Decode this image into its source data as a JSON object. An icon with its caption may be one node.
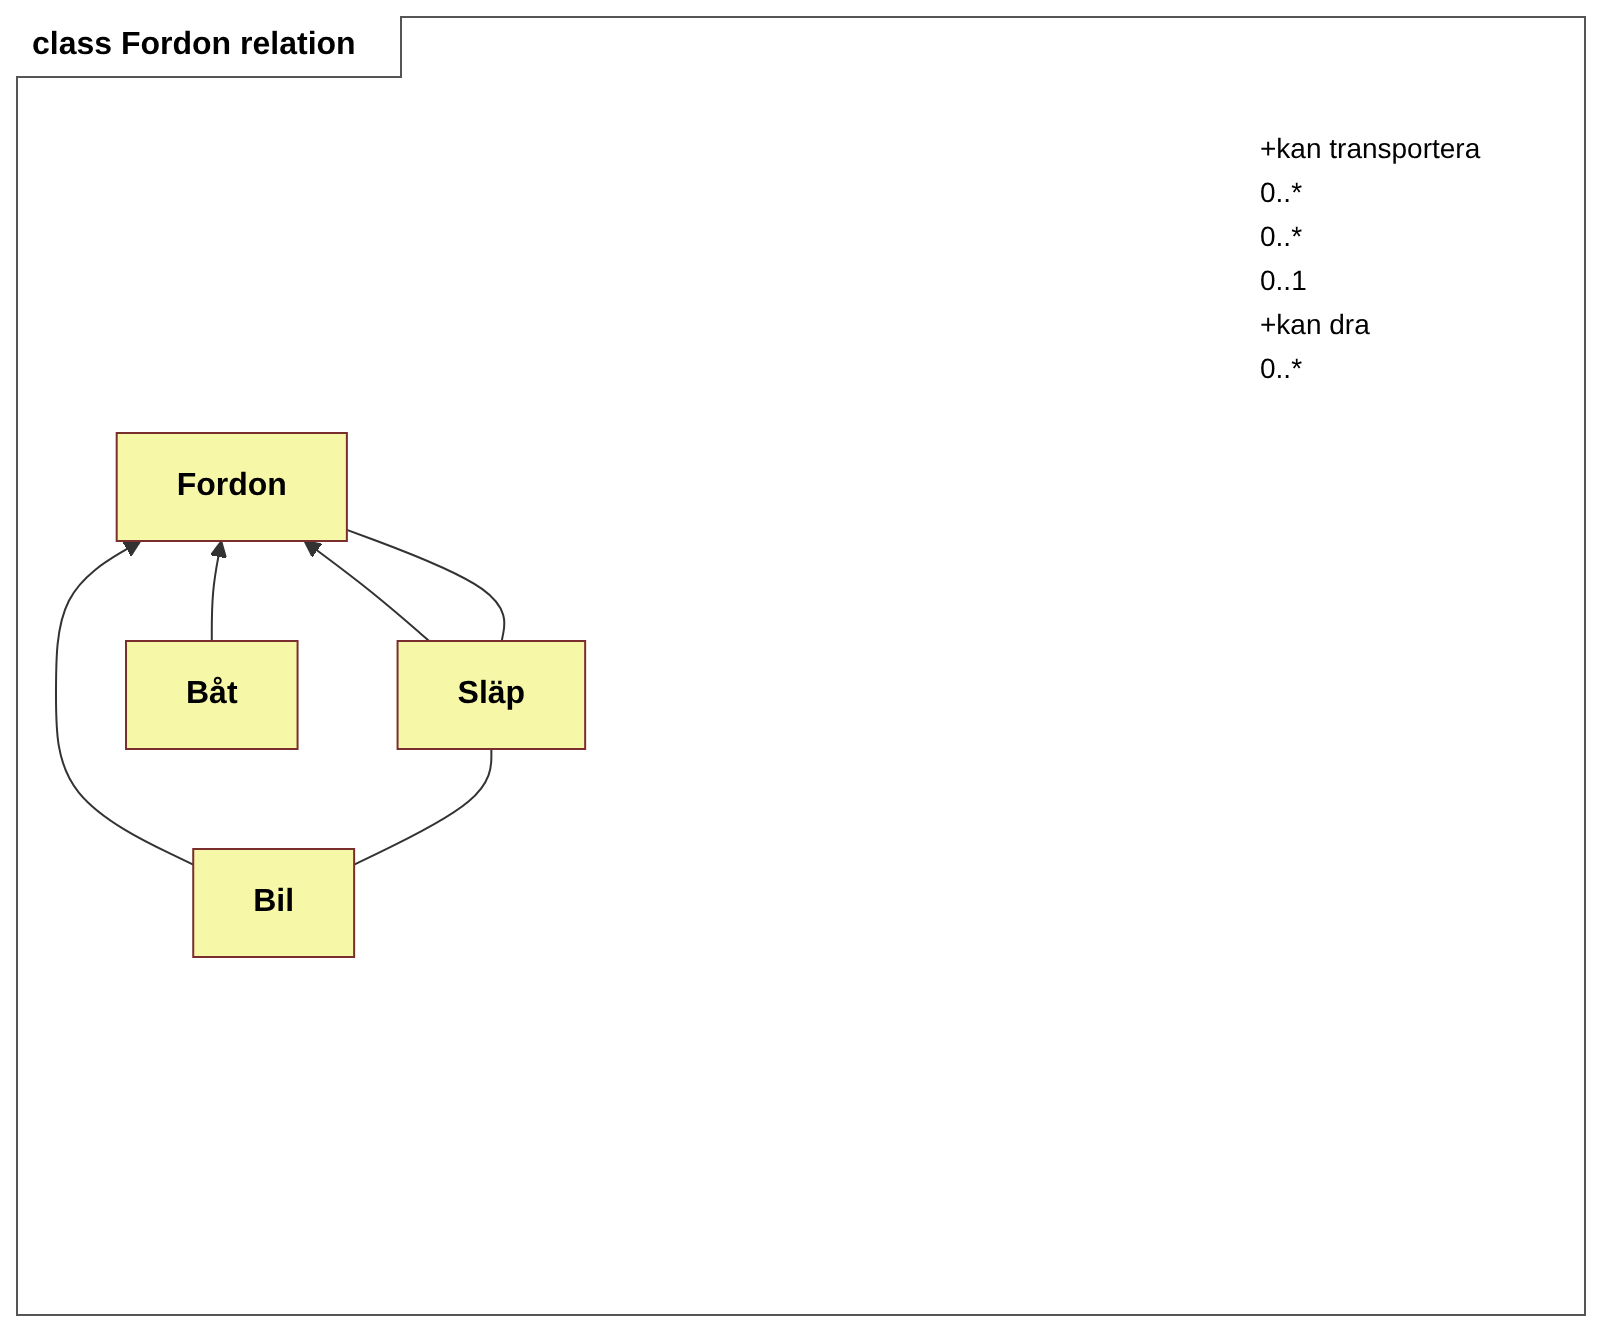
{
  "diagram": {
    "title": "class Fordon relation",
    "nodes": [
      {
        "text": [
          "Fordon"
        ]
      },
      {
        "text": [
          "Bil"
        ]
      },
      {
        "text": [
          "Släp"
        ]
      },
      {
        "text": [
          "Båt"
        ]
      }
    ],
    "edges": [
      {
        "from": 1,
        "to": 0,
        "arrow": "to"
      },
      {
        "from": 2,
        "to": 0,
        "arrow": "to"
      },
      {
        "from": 3,
        "to": 0,
        "arrow": "to"
      },
      {
        "from": 1,
        "to": 2,
        "arrow": "none"
      },
      {
        "from": 2,
        "to": 0,
        "arrow": "none"
      }
    ],
    "labels": [
      "+kan transportera",
      "0..*",
      "0..*",
      "0..1",
      "+kan dra",
      "0..*"
    ]
  }
}
